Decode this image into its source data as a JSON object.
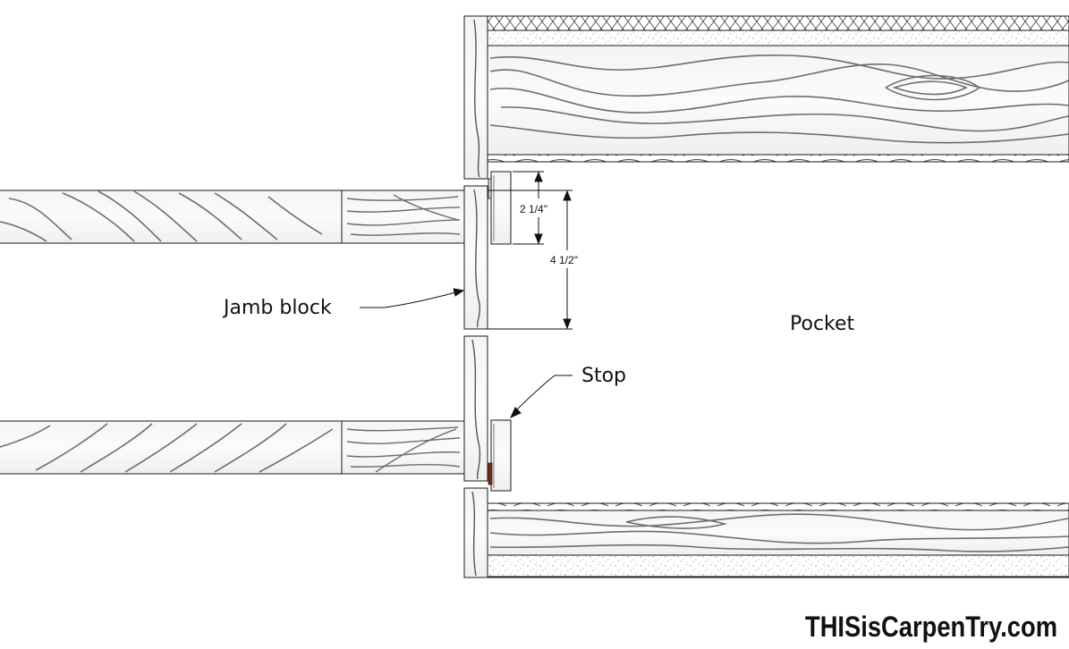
{
  "labels": {
    "jamb_block": "Jamb block",
    "pocket": "Pocket",
    "stop": "Stop",
    "dim_small": "2 1/4\"",
    "dim_large": "4 1/2\""
  },
  "watermark": "THISisCarpenTry.com",
  "colors": {
    "line": "#1a1a1a",
    "wood_grain": "#555555",
    "stop_strip": "#7a2a1a"
  }
}
